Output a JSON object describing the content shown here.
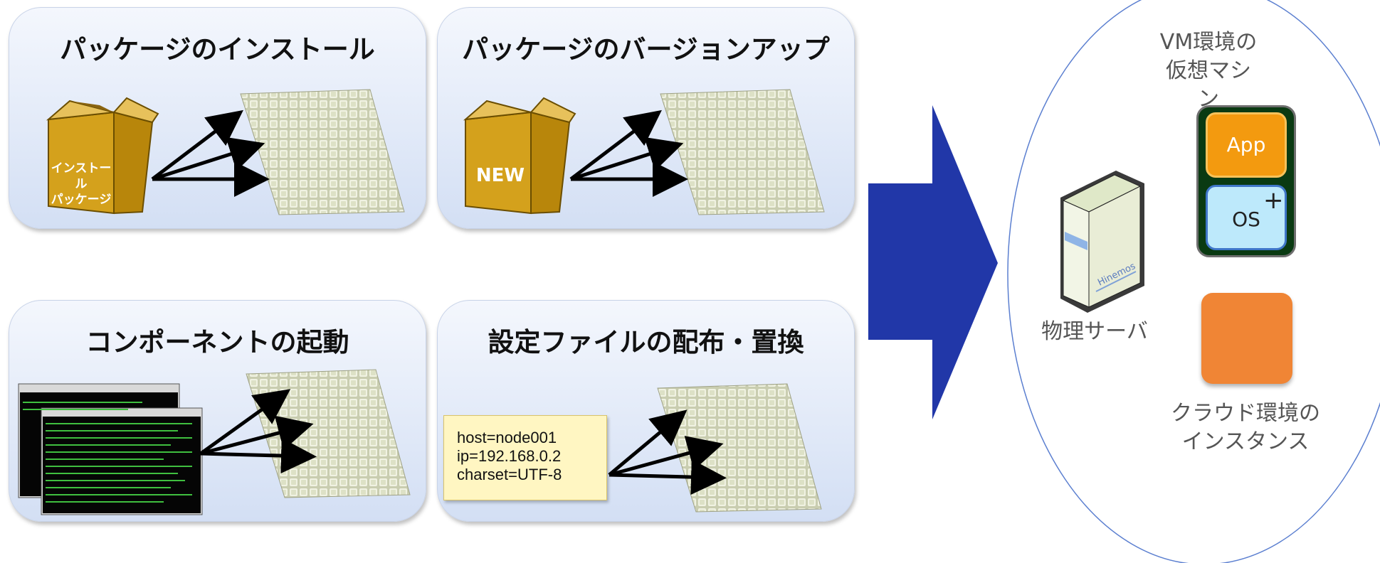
{
  "panels": {
    "install": {
      "title": "パッケージのインストール",
      "box_label": [
        "インストール",
        "パッケージ"
      ]
    },
    "upgrade": {
      "title": "パッケージのバージョンアップ",
      "box_label": "NEW"
    },
    "start": {
      "title": "コンポーネントの起動"
    },
    "config": {
      "title": "設定ファイルの配布・置換",
      "note_lines": [
        "host=node001",
        "ip=192.168.0.2",
        "charset=UTF-8"
      ]
    }
  },
  "right": {
    "vm_label": [
      "VM環境の",
      "仮想マシン"
    ],
    "app_label": "App",
    "os_label": "OS",
    "os_plus": "+",
    "server_label": "物理サーバ",
    "server_brand": "Hinemos",
    "cloud_label": [
      "クラウド環境の",
      "インスタンス"
    ]
  },
  "colors": {
    "arrow": "#2137a8",
    "package_box": "#d4a11c",
    "grid_cube": "#dfe3c8"
  }
}
